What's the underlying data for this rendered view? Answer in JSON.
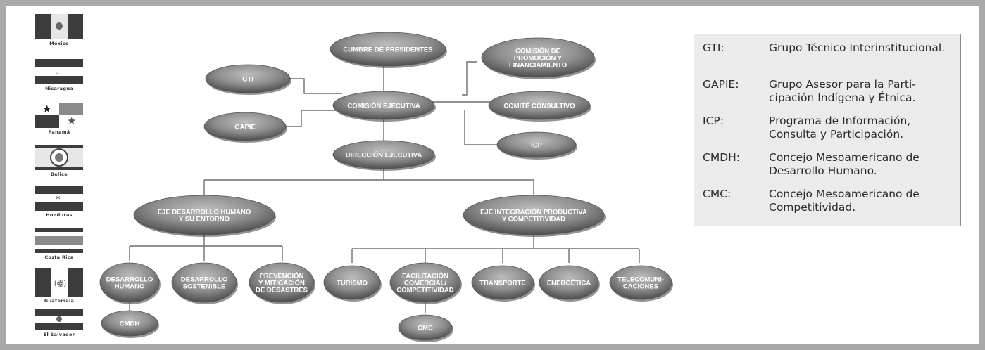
{
  "flags": [
    {
      "country": "México",
      "caption": "México"
    },
    {
      "country": "Nicaragua",
      "caption": "Nicaragua"
    },
    {
      "country": "Panamá",
      "caption": "Panamá"
    },
    {
      "country": "Belice",
      "caption": "Belice"
    },
    {
      "country": "Honduras",
      "caption": "Honduras"
    },
    {
      "country": "Costa Rica",
      "caption": "Costa Rica"
    },
    {
      "country": "Guatemala",
      "caption": "Guatemala"
    },
    {
      "country": "El Salvador",
      "caption": "El Salvador"
    }
  ],
  "nodes": {
    "cumbre": [
      "CUMBRE DE PRESIDENTES"
    ],
    "promocion": [
      "COMISIÓN DE",
      "PROMOCIÓN Y",
      "FINANCIAMIENTO"
    ],
    "gti": [
      "GTI"
    ],
    "comision_ejecutiva": [
      "COMISIÓN EJECUTIVA"
    ],
    "comite": [
      "COMITÉ CONSULTIVO"
    ],
    "gapie": [
      "GAPIE"
    ],
    "icp": [
      "ICP"
    ],
    "direccion": [
      "DIRECCIÓN EJECUTIVA"
    ],
    "eje_humano": [
      "EJE DESARROLLO HUMANO",
      "Y SU ENTORNO"
    ],
    "eje_integracion": [
      "EJE INTEGRACIÓN PRODUCTIVA",
      "Y COMPETITIVIDAD"
    ],
    "des_humano": [
      "DESARROLLO",
      "HUMANO"
    ],
    "des_sostenible": [
      "DESARROLLO",
      "SOSTENIBLE"
    ],
    "prevencion": [
      "PREVENCIÓN",
      "Y MITIGACIÓN",
      "DE DESASTRES"
    ],
    "turismo": [
      "TURISMO"
    ],
    "facilitacion": [
      "FACILITACIÓN",
      "COMERCIAL/",
      "COMPETITIVIDAD"
    ],
    "transporte": [
      "TRANSPORTE"
    ],
    "energetica": [
      "ENERGÉTICA"
    ],
    "telecom": [
      "TELECOMUNI-",
      "CACIONES"
    ],
    "cmdh": [
      "CMDH"
    ],
    "cmc": [
      "CMC"
    ]
  },
  "legend": [
    {
      "abbr": "GTI:",
      "desc": "Grupo Técnico Interinstitucional."
    },
    {
      "abbr": "GAPIE:",
      "desc": "Grupo Asesor para la Parti-cipación Indígena y Étnica."
    },
    {
      "abbr": "ICP:",
      "desc": "Programa de Información, Consulta y Participación."
    },
    {
      "abbr": "CMDH:",
      "desc": "Concejo Mesoamericano de Desarrollo Humano."
    },
    {
      "abbr": "CMC:",
      "desc": "Concejo Mesoamericano de Competitividad."
    }
  ]
}
